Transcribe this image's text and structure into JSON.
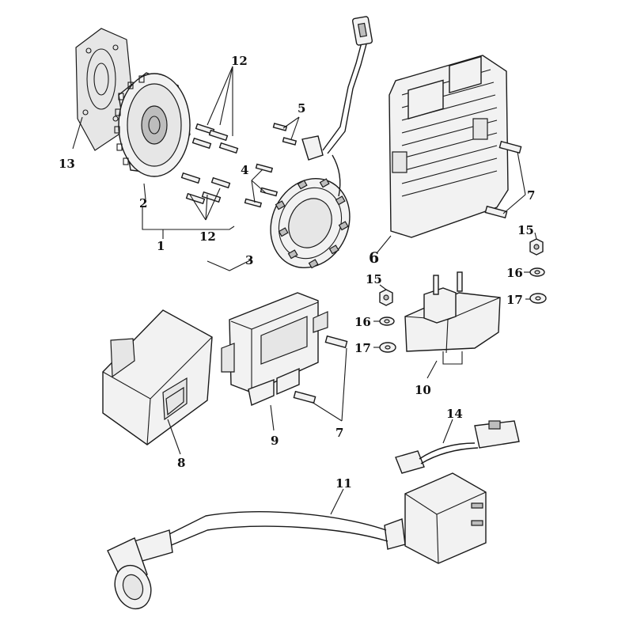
{
  "diagram": {
    "callouts": {
      "c1": "1",
      "c2": "2",
      "c3": "3",
      "c4": "4",
      "c5": "5",
      "c6": "6",
      "c7a": "7",
      "c7b": "7",
      "c8": "8",
      "c9": "9",
      "c10": "10",
      "c11": "11",
      "c12a": "12",
      "c12b": "12",
      "c13": "13",
      "c14": "14",
      "c15a": "15",
      "c15b": "15",
      "c16a": "16",
      "c16b": "16",
      "c17a": "17",
      "c17b": "17"
    },
    "colors": {
      "line": "#1a1a1a",
      "fill": "#f2f2f2",
      "shade": "#bdbdbd",
      "background": "#ffffff"
    }
  }
}
